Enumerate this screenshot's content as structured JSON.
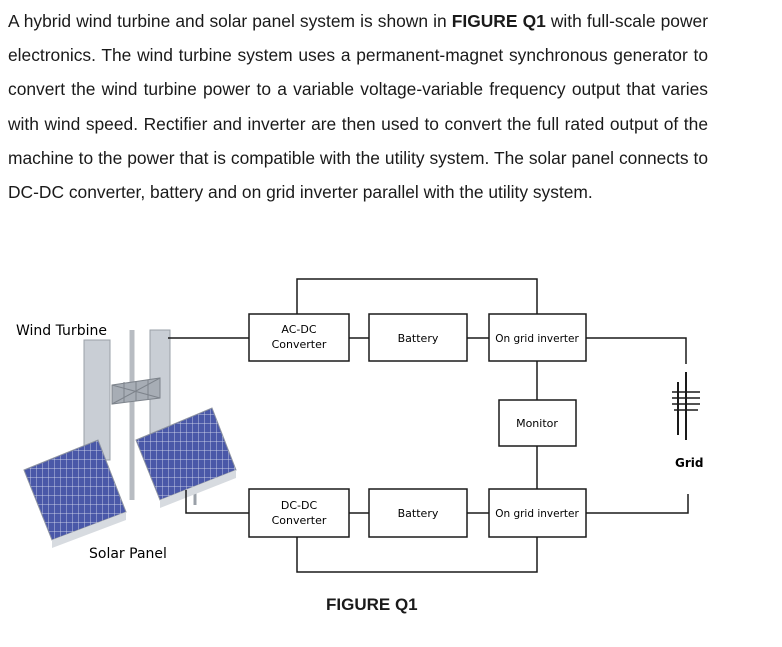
{
  "paragraph": {
    "text_before": "A hybrid wind turbine and solar panel system is shown in ",
    "figure_ref": "FIGURE Q1",
    "text_after": " with full-scale power electronics. The wind turbine system uses a permanent-magnet synchronous generator to convert the wind turbine power to a variable voltage-variable frequency output that varies with wind speed. Rectifier and inverter are then used to convert the full rated output of the machine to the power that is compatible with the utility system. The solar panel connects to DC-DC converter, battery and on grid inverter parallel with the utility system."
  },
  "diagram": {
    "wind_label": "Wind Turbine",
    "solar_label": "Solar Panel",
    "grid_label": "Grid",
    "top_row": {
      "converter_line1": "AC-DC",
      "converter_line2": "Converter",
      "battery": "Battery",
      "inverter": "On grid inverter"
    },
    "monitor": "Monitor",
    "bottom_row": {
      "converter_line1": "DC-DC",
      "converter_line2": "Converter",
      "battery": "Battery",
      "inverter": "On grid inverter"
    }
  },
  "caption": "FIGURE Q1"
}
